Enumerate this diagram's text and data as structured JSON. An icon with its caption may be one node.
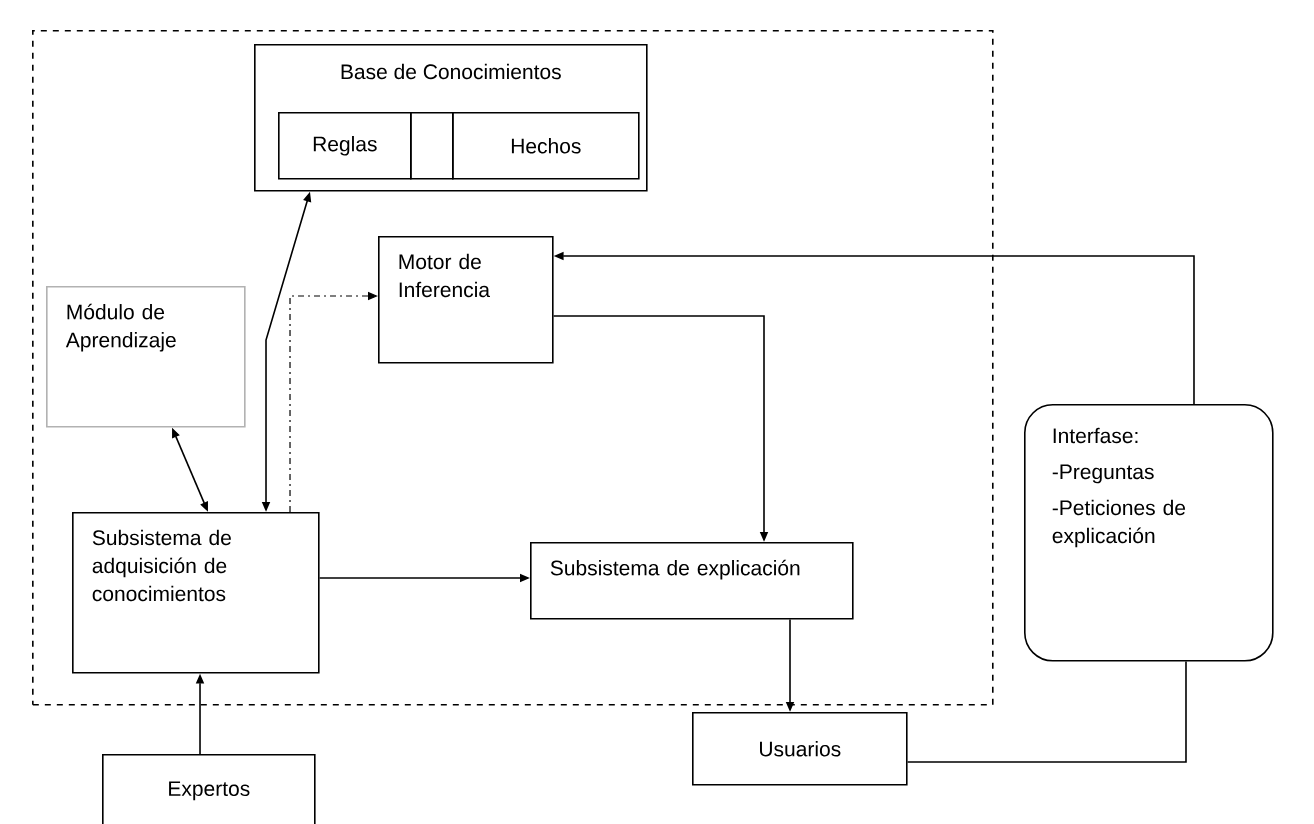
{
  "diagram": {
    "nodes": [
      {
        "text": [],
        "shape": "box"
      },
      {
        "text": [
          "Base de Conocimientos"
        ],
        "in": 0
      },
      {
        "text": [
          "Reglas"
        ],
        "in": 1
      },
      {
        "text": [],
        "shape": "box",
        "in": 1
      },
      {
        "text": [
          "Hechos"
        ],
        "in": 1
      },
      {
        "text": [
          "Motor de Inferencia"
        ],
        "in": 0
      },
      {
        "text": [
          "Módulo de Aprendizaje"
        ],
        "in": 0
      },
      {
        "text": [
          "Subsistema de adquisición de conocimientos"
        ],
        "in": 0
      },
      {
        "text": [
          "Subsistema de explicación"
        ],
        "in": 0
      },
      {
        "text": [
          "Interfase:",
          "-Preguntas",
          "-Peticiones de explicación"
        ]
      },
      {
        "text": [
          "Expertos"
        ]
      },
      {
        "text": [
          "Usuarios"
        ]
      }
    ],
    "edges": [
      {
        "from": 7,
        "to": 1,
        "arrow": "both"
      },
      {
        "from": 6,
        "to": 7,
        "arrow": "both"
      },
      {
        "from": 7,
        "to": 5,
        "arrow": "to",
        "style": "dashed"
      },
      {
        "from": 7,
        "to": 8,
        "arrow": "to"
      },
      {
        "from": 5,
        "to": 8,
        "arrow": "to"
      },
      {
        "from": 8,
        "to": 11,
        "arrow": "to"
      },
      {
        "from": 10,
        "to": 7,
        "arrow": "to"
      },
      {
        "from": 11,
        "to": 9,
        "arrow": "none"
      },
      {
        "from": 9,
        "to": 5,
        "arrow": "to"
      }
    ]
  }
}
